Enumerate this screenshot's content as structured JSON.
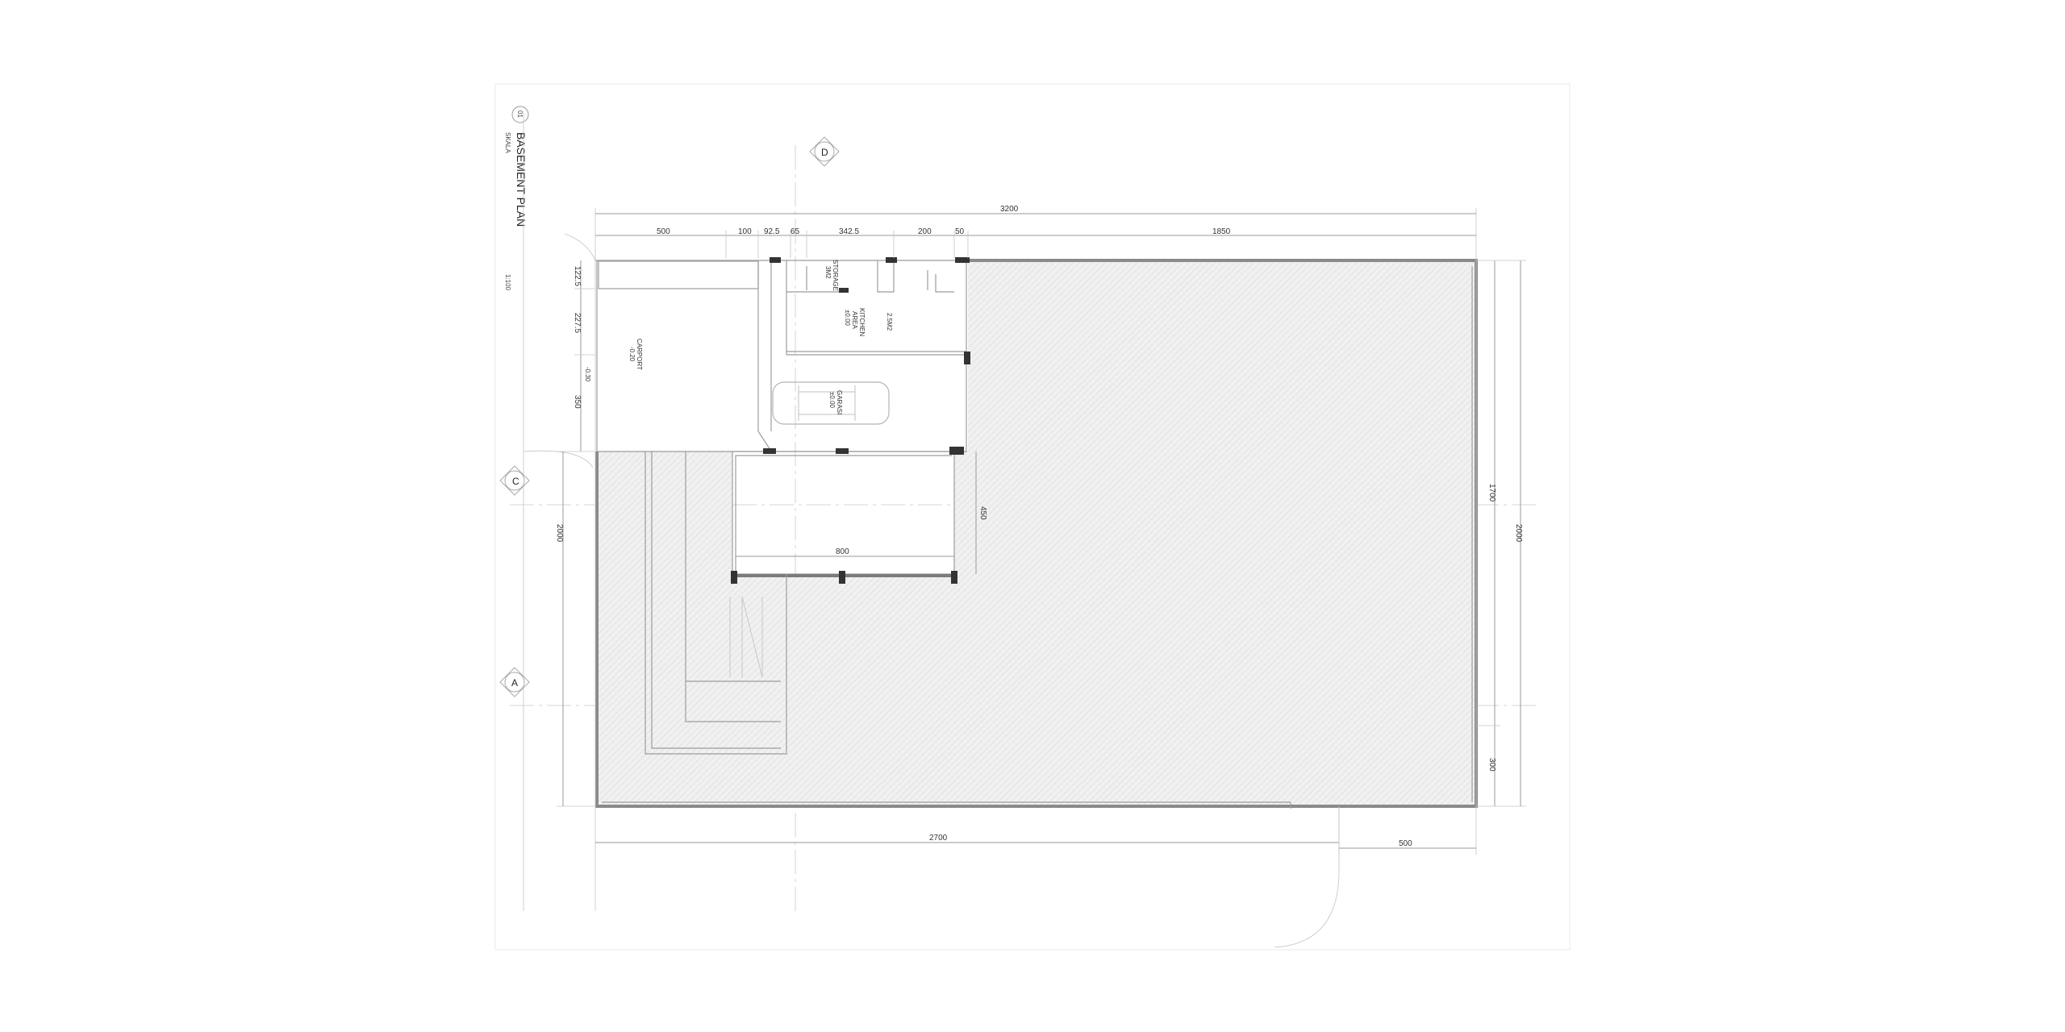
{
  "drawing": {
    "number": "01",
    "title": "BASEMENT PLAN",
    "scale_label": "SKALA",
    "scale": "1:100"
  },
  "grid_bubbles": {
    "d": "D",
    "c": "C",
    "a": "A"
  },
  "dimensions": {
    "overall_top": "3200",
    "seg_500": "500",
    "seg_100": "100",
    "seg_92_5": "92.5",
    "seg_65": "65",
    "seg_342_5": "342.5",
    "seg_200": "200",
    "seg_50": "50",
    "seg_1850": "1850",
    "left_122_5": "122.5",
    "left_227_5": "227.5",
    "left_350": "350",
    "left_2000": "2000",
    "carport_width": "800",
    "carport_depth": "450",
    "right_1700": "1700",
    "right_2000": "2000",
    "right_300": "300",
    "bottom_2700": "2700",
    "bottom_500": "500"
  },
  "rooms": {
    "carport_name": "CARPORT",
    "carport_level": "-0.20",
    "level_mark": "-0.30",
    "storage_name": "STORAGE",
    "storage_area": "3M2",
    "kitchen_name": "KITCHEN",
    "kitchen_sub": "AREA",
    "kitchen_level": "±0.00",
    "wc_area": "2.5M2",
    "garage_name": "GARASI",
    "garage_level": "±0.00"
  }
}
